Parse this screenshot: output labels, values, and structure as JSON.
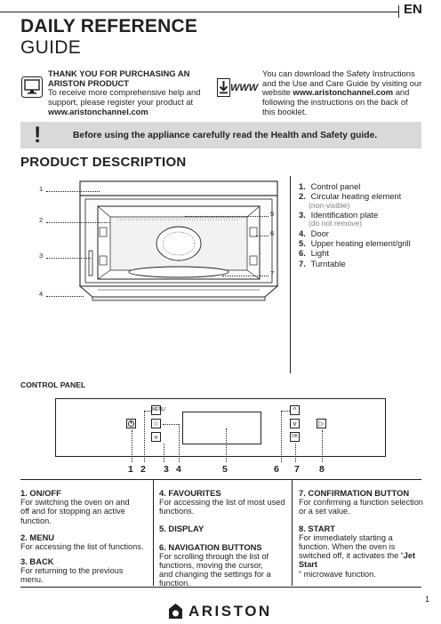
{
  "header": {
    "lang": "EN",
    "title_line1": "DAILY REFERENCE",
    "title_line2": "GUIDE"
  },
  "intro": {
    "left_heading_1": "THANK YOU FOR PURCHASING AN",
    "left_heading_2": "ARISTON PRODUCT",
    "left_text_1": "To receive more comprehensive help and",
    "left_text_2": "support, please register your product at",
    "left_link": "www.aristonchannel.com",
    "www_icon_text": "WWW",
    "right_text_1": "You can download the Safety Instructions",
    "right_text_2": "and the Use and Care Guide by visiting our",
    "right_text_3a": "website ",
    "right_link": "www.aristonchannel.com",
    "right_text_3b": " and",
    "right_text_4": "following the instructions on the back of",
    "right_text_5": "this booklet."
  },
  "warning": {
    "icon_text": "!",
    "text": "Before using the appliance carefully read the Health and Safety guide."
  },
  "product": {
    "title": "PRODUCT DESCRIPTION",
    "callouts": [
      "1",
      "2",
      "3",
      "4",
      "5",
      "6",
      "7"
    ],
    "items": [
      {
        "num": "1.",
        "label": "Control panel",
        "note": ""
      },
      {
        "num": "2.",
        "label": "Circular heating element",
        "note": "(non-visible)"
      },
      {
        "num": "3.",
        "label": "Identification plate",
        "note": "(do not remove)"
      },
      {
        "num": "4.",
        "label": "Door",
        "note": ""
      },
      {
        "num": "5.",
        "label": "Upper heating element/grill",
        "note": ""
      },
      {
        "num": "6.",
        "label": "Light",
        "note": ""
      },
      {
        "num": "7.",
        "label": "Turntable",
        "note": ""
      }
    ]
  },
  "control_panel": {
    "title": "CONTROL PANEL",
    "callouts": [
      "1",
      "2",
      "3",
      "4",
      "5",
      "6",
      "7",
      "8"
    ],
    "button_labels": {
      "menu": "MENU",
      "ok": "OK"
    }
  },
  "descriptions": {
    "col1": [
      {
        "head": "1. ON/OFF",
        "body": [
          "For switching the oven on and",
          "off and for stopping an active",
          "function."
        ]
      },
      {
        "head": "2. MENU",
        "body": [
          "For accessing the list of functions."
        ]
      },
      {
        "head": "3. BACK",
        "body": [
          "For returning to the previous",
          "menu."
        ]
      }
    ],
    "col2": [
      {
        "head": "4.  FAVOURITES",
        "body": [
          "For accessing the list of most used",
          "functions."
        ]
      },
      {
        "head": "5. DISPLAY",
        "body": []
      },
      {
        "head": "6. NAVIGATION BUTTONS",
        "body": [
          "For scrolling through the list of",
          "functions, moving the cursor,",
          "and changing the settings for a",
          "function."
        ]
      }
    ],
    "col3": [
      {
        "head": "7.  CONFIRMATION BUTTON",
        "body": [
          "For confirming a function selection",
          "or a set value."
        ]
      },
      {
        "head": "8. START",
        "body": [
          "For immediately starting a",
          "function. When the oven is",
          "switched off, it activates the “"
        ]
      }
    ],
    "jet_start": "Jet Start",
    "jet_tail": "” microwave function."
  },
  "footer": {
    "brand": "ARISTON",
    "page": "1"
  }
}
